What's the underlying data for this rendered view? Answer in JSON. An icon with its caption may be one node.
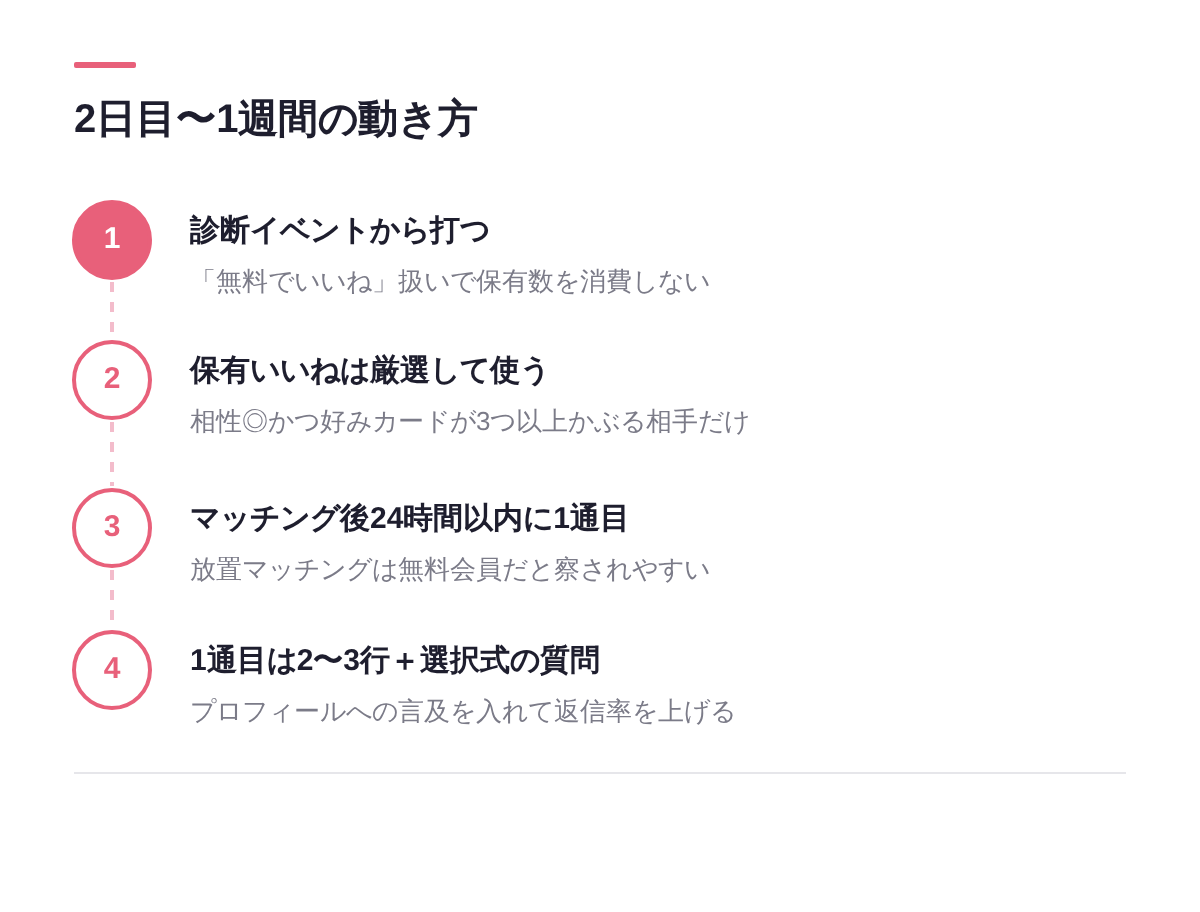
{
  "diagram": {
    "title": "2日目〜1週間の動き方",
    "nodes": [
      {
        "text": [
          "1"
        ],
        "beside": [
          "診断イベントから打つ",
          "「無料でいいね」扱いで保有数を消費しない"
        ]
      },
      {
        "text": [
          "2"
        ],
        "beside": [
          "保有いいねは厳選して使う",
          "相性◎かつ好みカードが3つ以上かぶる相手だけ"
        ]
      },
      {
        "text": [
          "3"
        ],
        "beside": [
          "マッチング後24時間以内に1通目",
          "放置マッチングは無料会員だと察されやすい"
        ]
      },
      {
        "text": [
          "4"
        ],
        "beside": [
          "1通目は2〜3行＋選択式の質問",
          "プロフィールへの言及を入れて返信率を上げる"
        ]
      }
    ],
    "edges": [
      {
        "from": 0,
        "to": 1,
        "arrow": "none",
        "style": "dashed"
      },
      {
        "from": 1,
        "to": 2,
        "arrow": "none",
        "style": "dashed"
      },
      {
        "from": 2,
        "to": 3,
        "arrow": "none",
        "style": "dashed"
      }
    ]
  }
}
